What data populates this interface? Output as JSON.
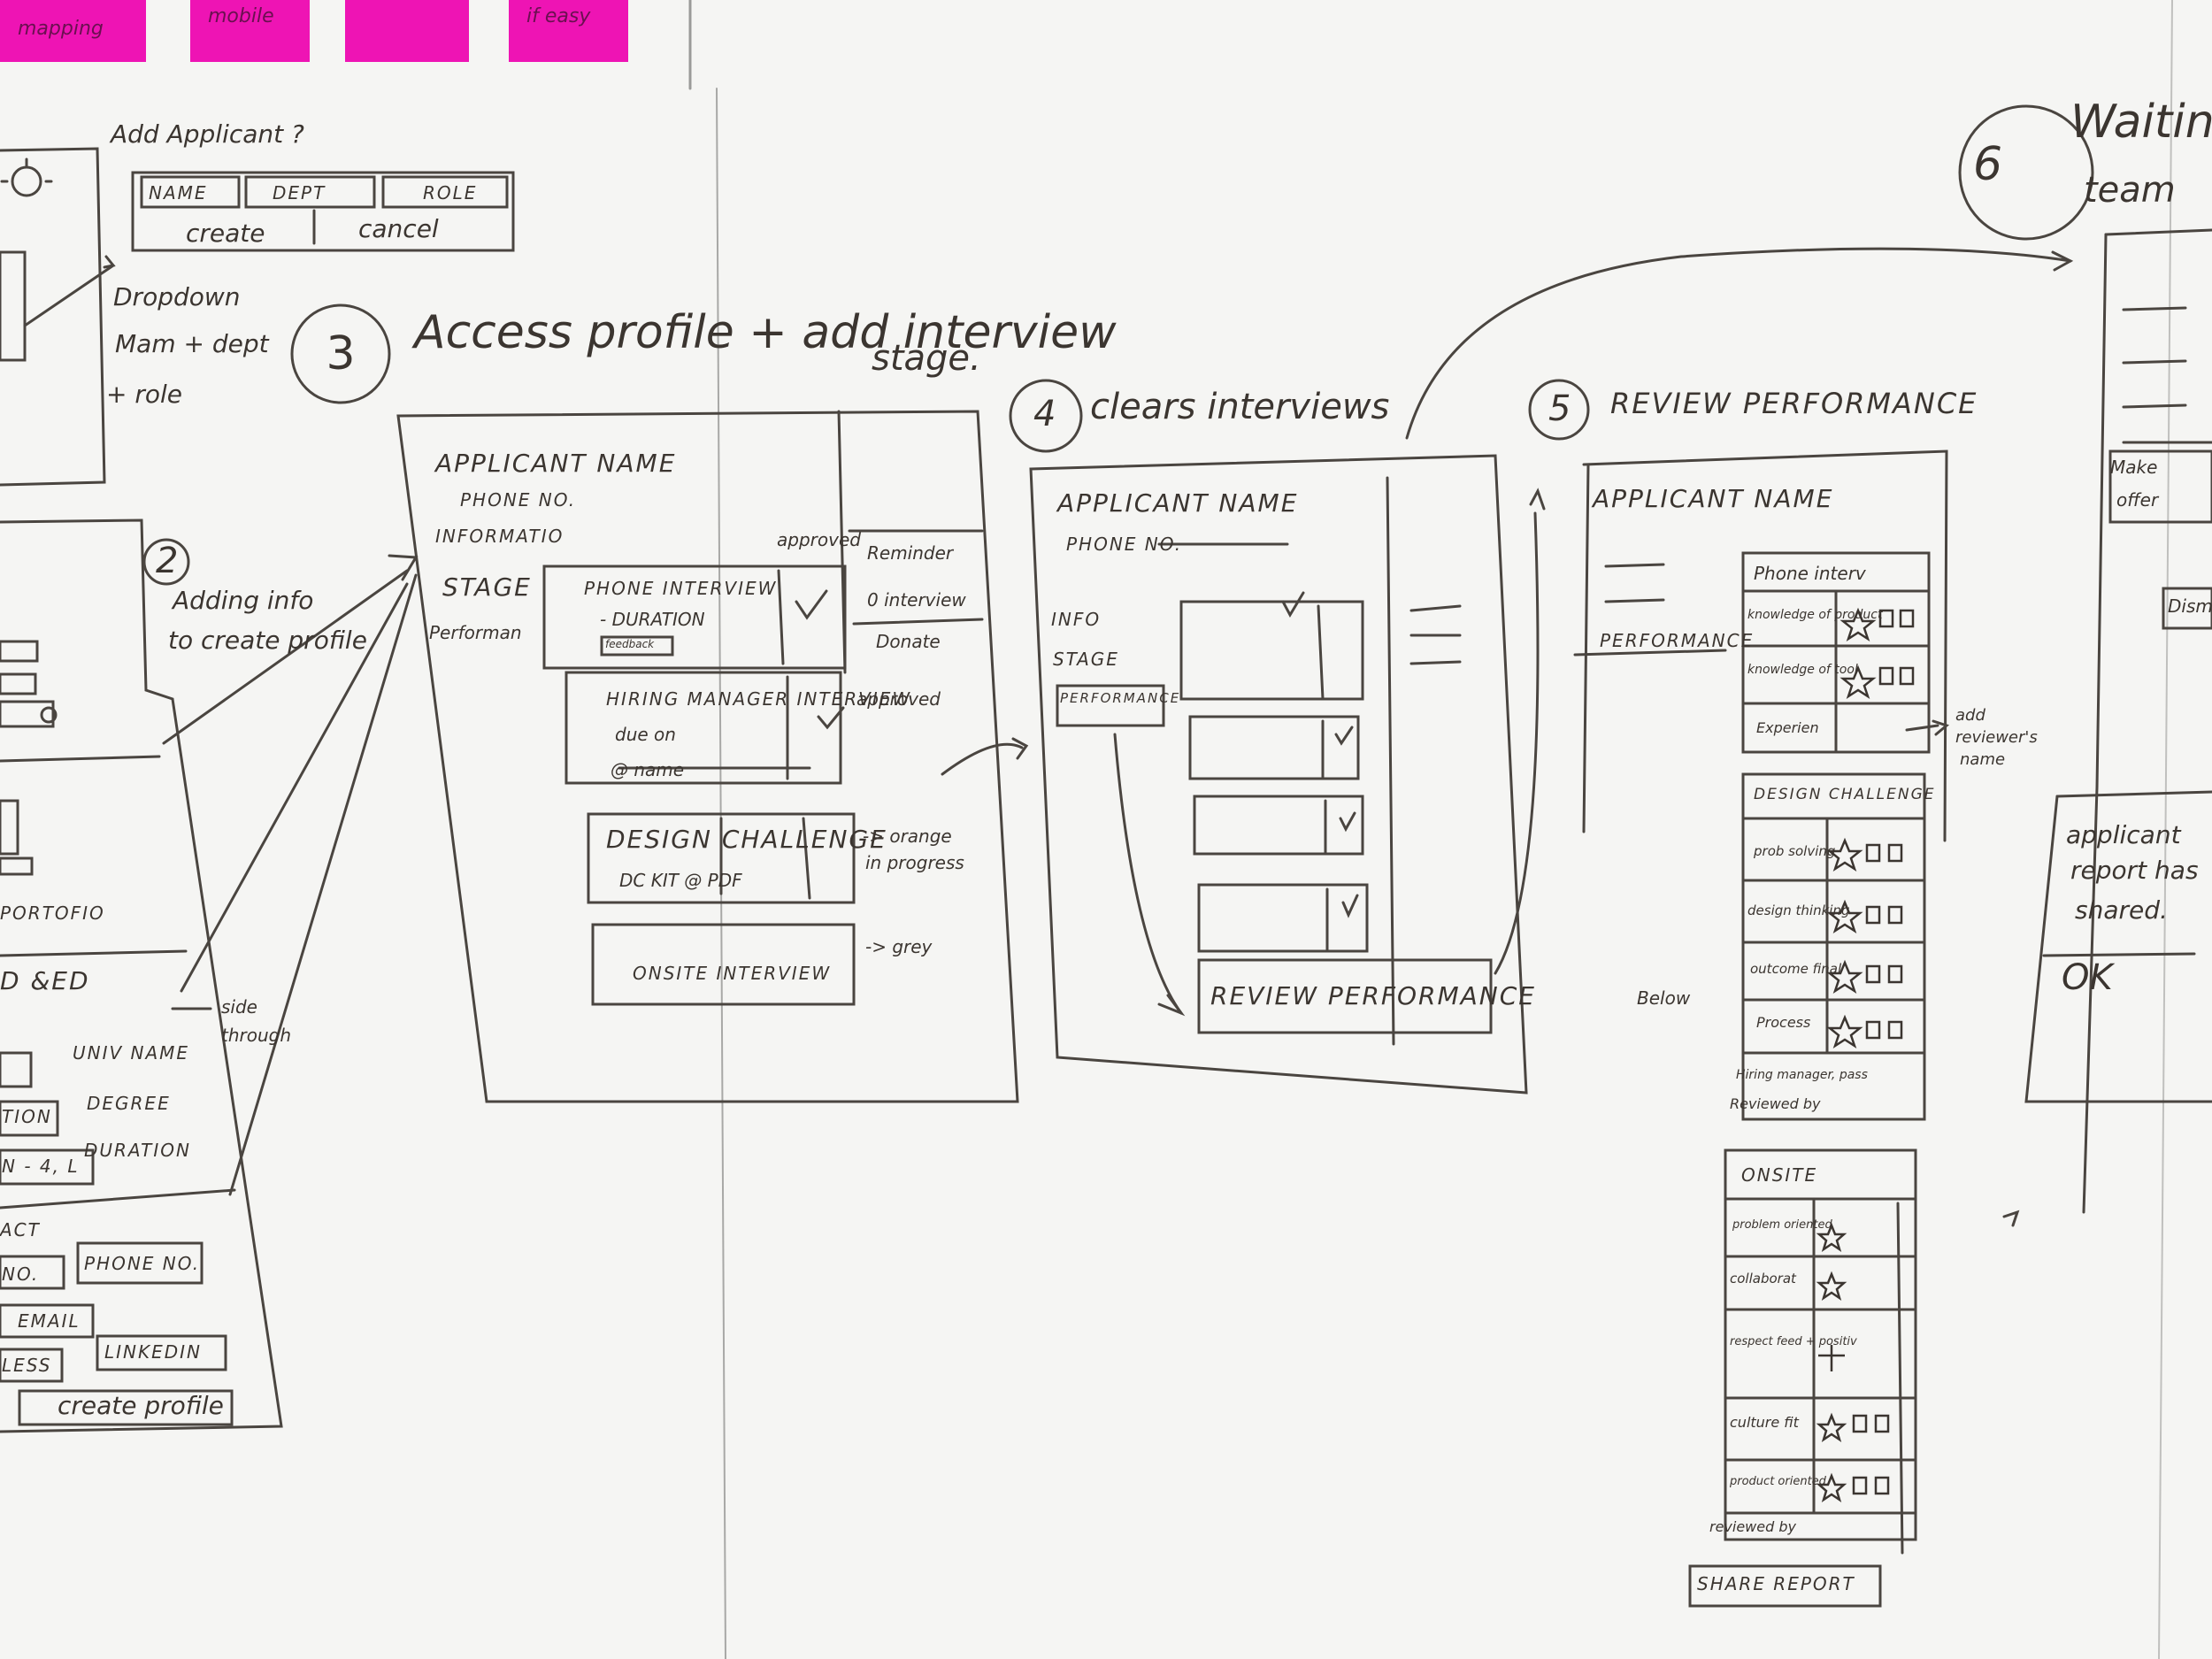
{
  "sticky_notes": [
    {
      "text": "mapping"
    },
    {
      "text": "mobile"
    },
    {
      "text": ""
    },
    {
      "text": "if easy"
    }
  ],
  "add_applicant": {
    "title": "Add Applicant ?",
    "fields": [
      "NAME",
      "DEPT",
      "ROLE"
    ],
    "actions": [
      "create",
      "cancel"
    ],
    "note_lines": [
      "Dropdown",
      "Mam + dept",
      "+ role"
    ]
  },
  "step2": {
    "number": "2",
    "caption": [
      "Adding info",
      "to create profile"
    ],
    "portfolio": "PORTOFIO",
    "education_header": "D &ED",
    "edu_fields": [
      "UNIV NAME",
      "DEGREE",
      "DURATION"
    ],
    "side_note": [
      "side",
      "through"
    ],
    "left_labels": [
      "TION",
      "N - 4, L"
    ],
    "contact_header": "ACT",
    "contact_fields": [
      "NO.",
      "PHONE NO.",
      "EMAIL",
      "LESS",
      "LINKEDIN"
    ],
    "create_button": "create profile"
  },
  "step3": {
    "number": "3",
    "title": "Access profile + add interview",
    "title_line2": "stage.",
    "applicant_name": "APPLICANT NAME",
    "phone": "PHONE NO.",
    "nav": [
      "INFORMATIO",
      "STAGE",
      "Performan"
    ],
    "approved_1": "approved",
    "approved_2": "approved",
    "side_links": [
      "Reminder",
      "0 interview",
      "Donate"
    ],
    "stages": [
      {
        "title": "PHONE INTERVIEW",
        "sub1": "- DURATION",
        "sub2": "feedback"
      },
      {
        "title": "HIRING MANAGER INTERVIEW",
        "sub1": "due on",
        "sub2": "@ name"
      },
      {
        "title": "DESIGN CHALLENGE",
        "sub1": "DC KIT @ PDF"
      },
      {
        "title": "ONSITE INTERVIEW"
      }
    ],
    "notes": [
      "-> orange",
      "in progress",
      "-> grey"
    ]
  },
  "step4": {
    "number": "4",
    "title": "clears interviews",
    "applicant_name": "APPLICANT NAME",
    "phone": "PHONE NO.",
    "nav": [
      "INFO",
      "STAGE",
      "PERFORMANCE"
    ],
    "button": "REVIEW PERFORMANCE"
  },
  "step5": {
    "number": "5",
    "title": "REVIEW PERFORMANCE",
    "applicant_name": "APPLICANT NAME",
    "tab": "PERFORMANCE",
    "phone_card": {
      "title": "Phone interv",
      "rows": [
        "knowledge of product",
        "knowledge of tool",
        "Experien"
      ]
    },
    "add_note": [
      "add",
      "reviewer's",
      "name"
    ],
    "design_card": {
      "title": "DESIGN CHALLENGE",
      "rows": [
        "prob solving",
        "design thinking",
        "outcome final",
        "Process"
      ],
      "footer": [
        "Hiring manager, pass",
        "Reviewed by"
      ]
    },
    "below": "Below",
    "onsite_card": {
      "title": "ONSITE",
      "rows": [
        "problem oriented",
        "collaborat",
        "respect feed + positiv",
        "culture fit",
        "product oriented"
      ],
      "footer": "reviewed by"
    },
    "share": "SHARE REPORT"
  },
  "step6": {
    "number": "6",
    "title": "Waiting",
    "title_line2": "team",
    "make_offer": [
      "Make",
      "offer"
    ],
    "dismiss": "Dism",
    "note": [
      "applicant",
      "report has",
      "shared."
    ],
    "ok": "OK"
  }
}
